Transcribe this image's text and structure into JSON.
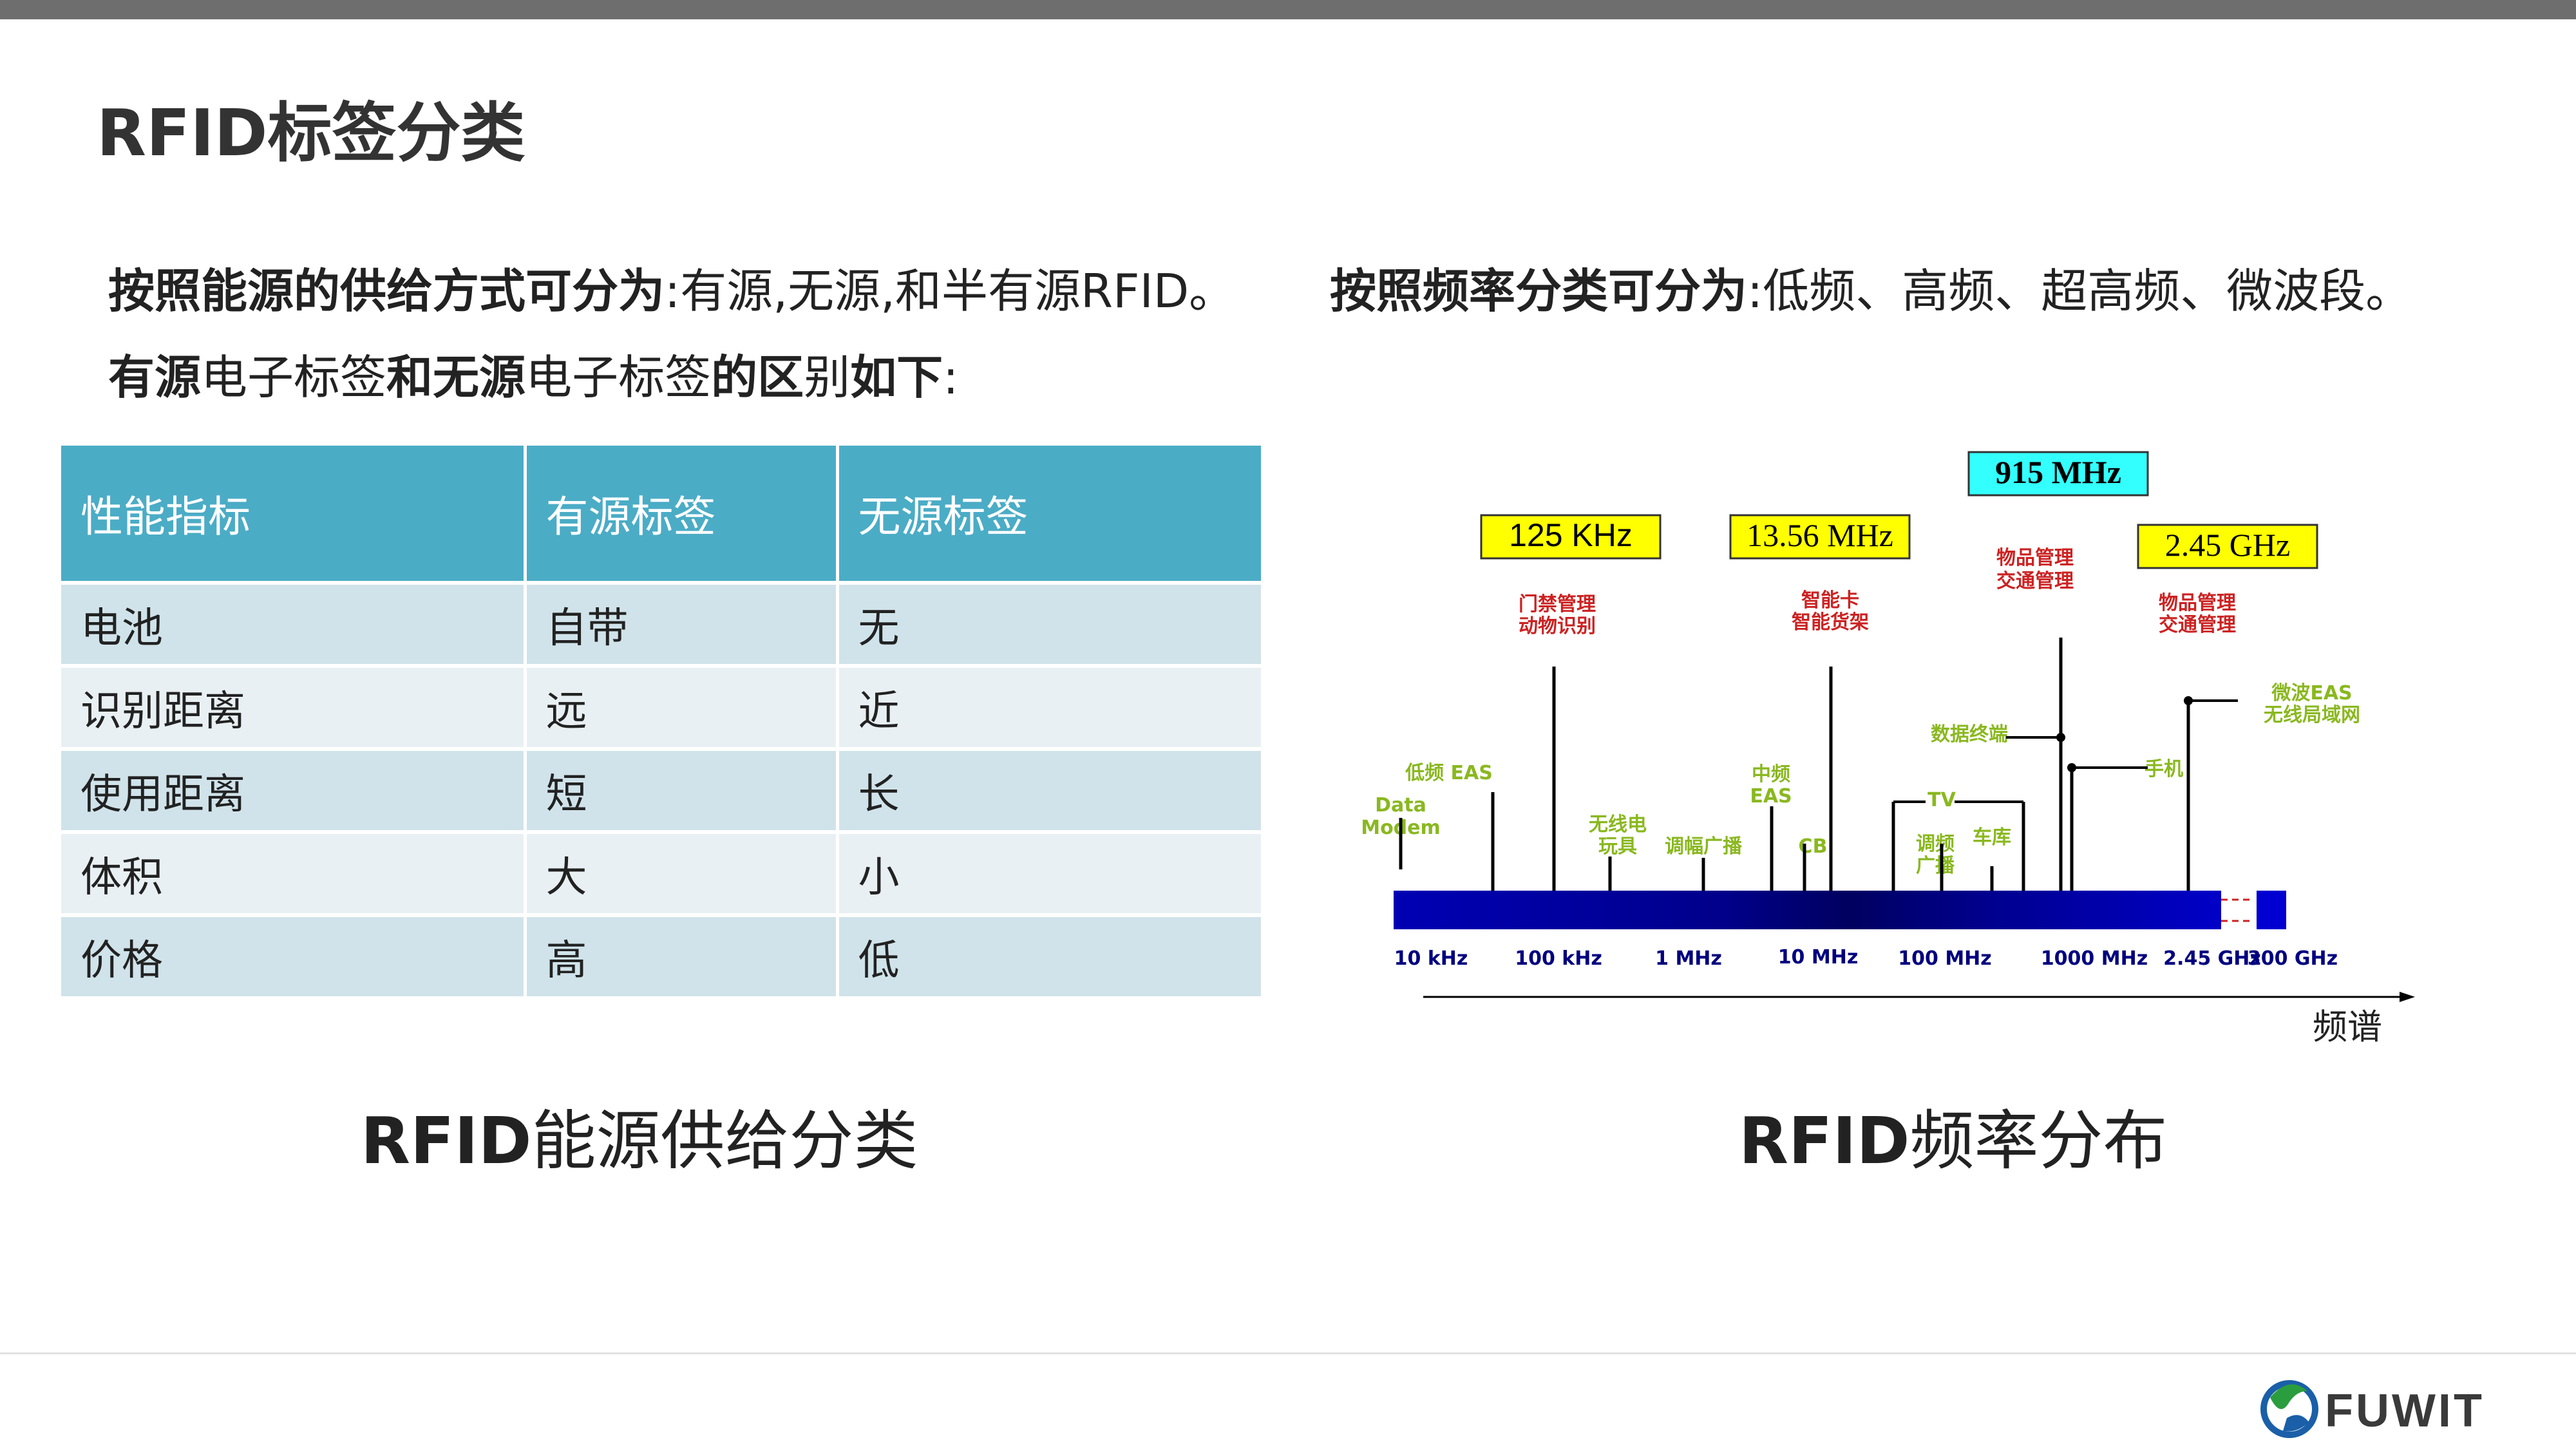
{
  "title": "RFID标签分类",
  "left_intro": {
    "lead_bold": "按照能源的供给方式可分为",
    "rest": ":有源,无源,和半有源RFID。",
    "bold2": "有源",
    "normal1": "电子",
    "normal2": "标签",
    "bold3": "和无源",
    "normal3": "电子",
    "normal4": "标签",
    "bold4": "的区",
    "normal5": "别",
    "bold5": "如下",
    "tail": ":"
  },
  "right_intro": {
    "lead_bold": "按照频率分类可分为",
    "rest": ":低频、高频、超高频、微波段。"
  },
  "table": {
    "headers": [
      "性能指标",
      "有源标签",
      "无源标签"
    ],
    "rows": [
      [
        "电池",
        "自带",
        "无"
      ],
      [
        "识别距离",
        "远",
        "近"
      ],
      [
        "使用距离",
        "短",
        "长"
      ],
      [
        "体积",
        "大",
        "小"
      ],
      [
        "价格",
        "高",
        "低"
      ]
    ]
  },
  "caption_left": {
    "bold": "RFID",
    "rest": "能源供给分类"
  },
  "caption_right": {
    "bold": "RFID",
    "rest": "频率分布"
  },
  "spectrum": {
    "boxes": [
      "125 KHz",
      "13.56 MHz",
      "915 MHz",
      "2.45 GHz"
    ],
    "app_labels_red": [
      "门禁管理",
      "动物识别",
      "智能卡",
      "智能货架",
      "物品管理",
      "交通管理",
      "物品管理",
      "交通管理"
    ],
    "app_labels_green": [
      "低频 EAS",
      "Data",
      "Modem",
      "无线电",
      "玩具",
      "调幅广播",
      "中频",
      "EAS",
      "CB",
      "数据终端",
      "TV",
      "调频",
      "广播",
      "车库",
      "手机",
      "微波EAS",
      "无线局域网"
    ],
    "ticks": [
      "10 kHz",
      "100 kHz",
      "1 MHz",
      "10 MHz",
      "100 MHz",
      "1000 MHz",
      "2.45 GHz",
      "300 GHz"
    ],
    "axis_label": "频谱"
  },
  "logo_text": "FUWIT",
  "colors": {
    "header_blue": "#4bacc6",
    "row_odd": "#d0e3ea",
    "row_even": "#e9f0f3",
    "spectrum_bar": "#0000b4",
    "box_yellow": "#ffff00",
    "box_cyan": "#33ffff",
    "label_red": "#cc2222",
    "label_green": "#8ab820"
  }
}
